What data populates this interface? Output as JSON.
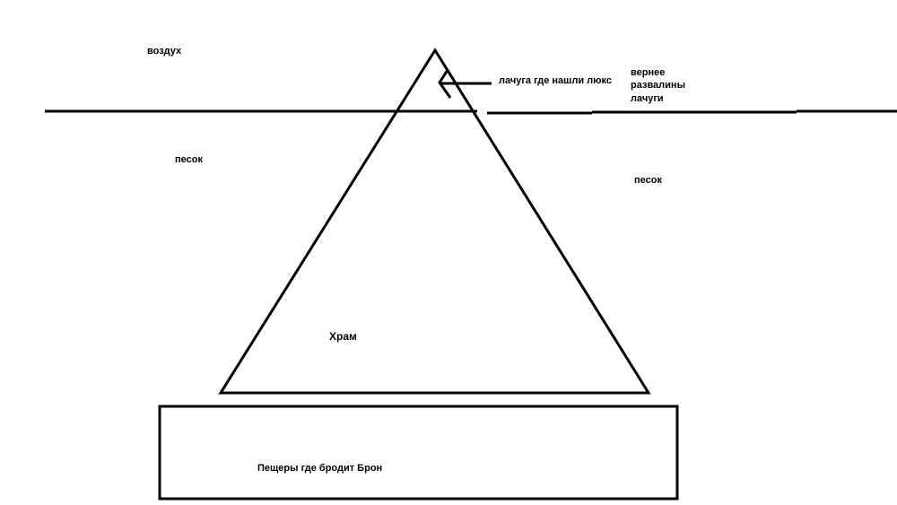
{
  "labels": {
    "air": "воздух",
    "sand_left": "песок",
    "sand_right": "песок",
    "hut": "лачуга где нашли люкс",
    "ruins_line1": "вернее",
    "ruins_line2": "развалины",
    "ruins_line3": "лачуги",
    "temple": "Храм",
    "caves": "Пещеры где бродит Брон"
  },
  "colors": {
    "stroke": "#000000",
    "background": "#ffffff"
  }
}
